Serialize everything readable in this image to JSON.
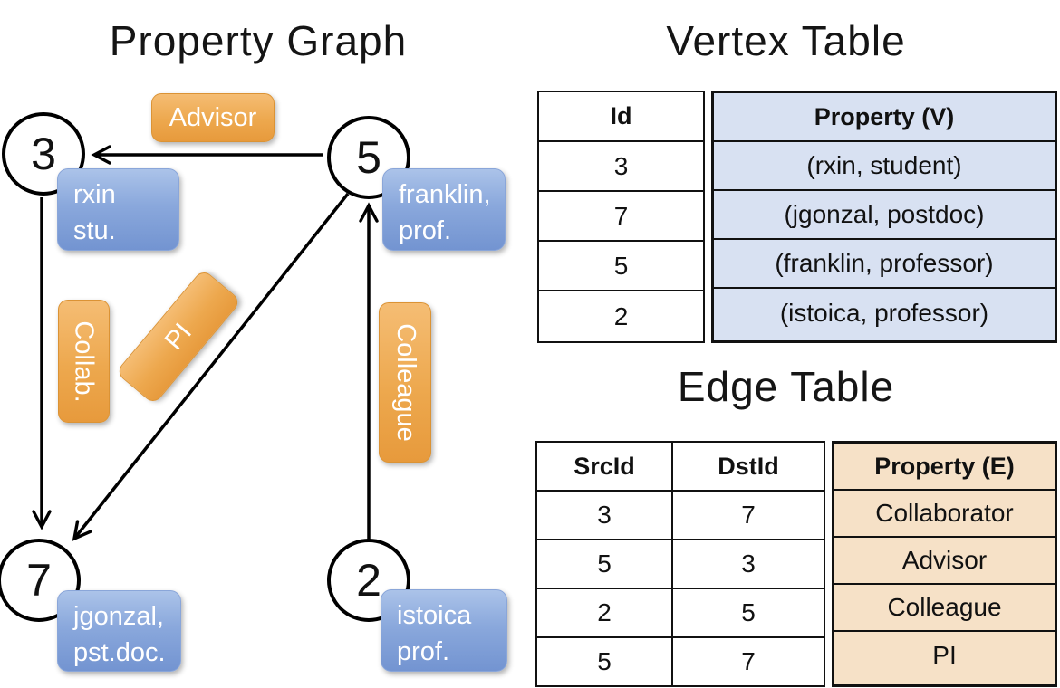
{
  "graph": {
    "title": "Property Graph",
    "nodes": [
      {
        "id": "3",
        "property_lines": [
          "rxin",
          "stu."
        ]
      },
      {
        "id": "5",
        "property_lines": [
          "franklin,",
          "prof."
        ]
      },
      {
        "id": "7",
        "property_lines": [
          "jgonzal,",
          "pst.doc."
        ]
      },
      {
        "id": "2",
        "property_lines": [
          "istoica",
          "prof."
        ]
      }
    ],
    "edges": [
      {
        "label": "Advisor",
        "src": "5",
        "dst": "3"
      },
      {
        "label": "Collab.",
        "src": "3",
        "dst": "7"
      },
      {
        "label": "PI",
        "src": "5",
        "dst": "7"
      },
      {
        "label": "Colleague",
        "src": "2",
        "dst": "5"
      }
    ]
  },
  "vertex_table": {
    "title": "Vertex Table",
    "columns": [
      "Id",
      "Property (V)"
    ],
    "rows": [
      [
        "3",
        "(rxin, student)"
      ],
      [
        "7",
        "(jgonzal, postdoc)"
      ],
      [
        "5",
        "(franklin, professor)"
      ],
      [
        "2",
        "(istoica, professor)"
      ]
    ]
  },
  "edge_table": {
    "title": "Edge Table",
    "columns": [
      "SrcId",
      "DstId",
      "Property (E)"
    ],
    "rows": [
      [
        "3",
        "7",
        "Collaborator"
      ],
      [
        "5",
        "3",
        "Advisor"
      ],
      [
        "2",
        "5",
        "Colleague"
      ],
      [
        "5",
        "7",
        "PI"
      ]
    ]
  },
  "colors": {
    "edge_label_orange": "#ECA145",
    "vertex_property_blue": "#7A99D4",
    "vertex_table_fill": "#D8E1F2",
    "edge_table_fill": "#F6E1C7",
    "line_color": "#000000"
  }
}
